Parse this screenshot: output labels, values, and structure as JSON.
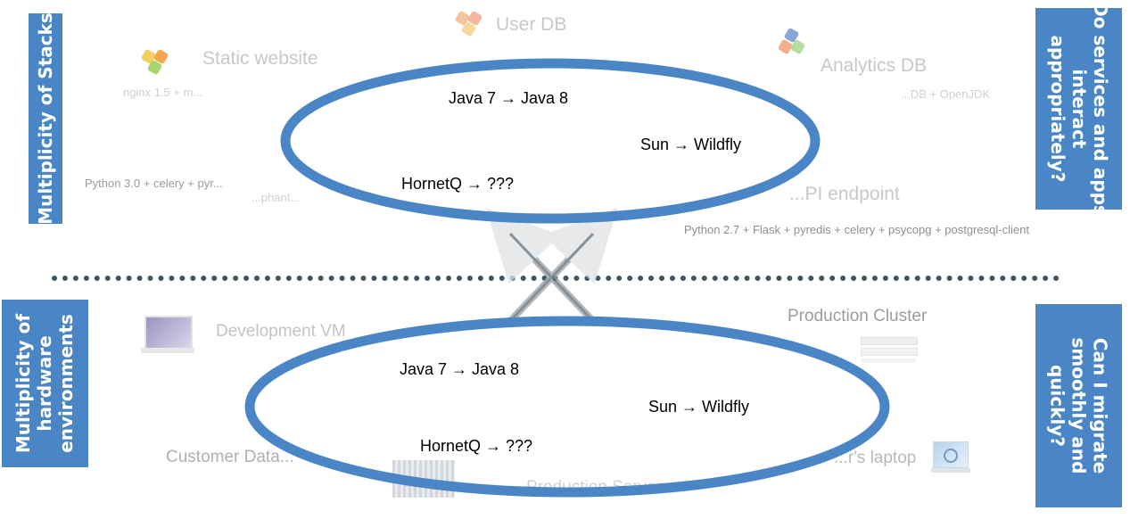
{
  "left_labels": {
    "stacks": "Multiplicity of Stacks",
    "hardware": [
      "Multiplicity of",
      "hardware",
      "environments"
    ]
  },
  "right_labels": {
    "services": [
      "Do services and apps",
      "interact",
      "appropriately?"
    ],
    "migrate": [
      "Can I migrate",
      "smoothly and",
      "quickly?"
    ]
  },
  "top_ellipse": {
    "java": "Java 7 → Java 8",
    "sun": "Sun → Wildfly",
    "hornetq": "HornetQ → ???"
  },
  "bottom_ellipse": {
    "java": "Java 7 → Java 8",
    "sun": "Sun → Wildfly",
    "hornetq": "HornetQ → ???"
  },
  "background_services": {
    "user_db": "User DB",
    "static_website": "Static website",
    "nginx": "nginx 1.5 + m...",
    "analytics_db": "Analytics DB",
    "openjdk": "...DB + OpenJDK",
    "python30": "Python 3.0 + celery + pyr...",
    "psql_fragment": "...phant...",
    "api_endpoint": "...PI endpoint",
    "python27": "Python 2.7 + Flask + pyredis + celery + psycopg + postgresql-client"
  },
  "background_hardware": {
    "dev_vm": "Development VM",
    "prod_cluster": "Production Cluster",
    "customer_data": "Customer Data...",
    "laptop": "...r's laptop",
    "prod_servers": "Production Servers"
  },
  "colors": {
    "box": "#4a86c5",
    "ellipse": "#4a86c5",
    "divider": "#3f5563"
  }
}
